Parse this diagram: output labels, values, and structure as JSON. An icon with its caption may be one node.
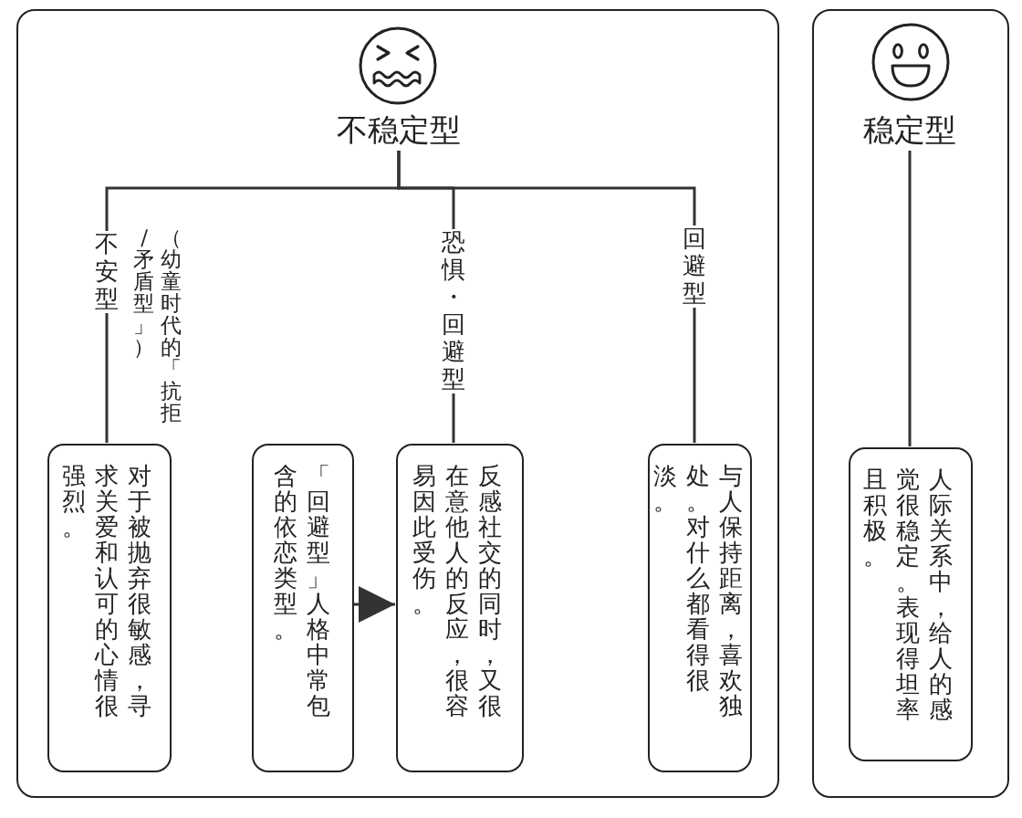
{
  "diagram": {
    "nodes": [
      {
        "text": [],
        "shape": "box"
      },
      {
        "text": [
          "不稳定型"
        ],
        "in": 0
      },
      {
        "text": [
          "不安型"
        ],
        "in": 0,
        "beside": [
          "（幼童时代的「抗拒/矛盾型」）"
        ]
      },
      {
        "text": [
          "恐惧・回避型"
        ],
        "in": 0
      },
      {
        "text": [
          "回避型"
        ],
        "in": 0
      },
      {
        "text": [
          "对于被抛弃很敏感，寻求关爱和认可的心情很强烈。"
        ],
        "in": 0
      },
      {
        "text": [
          "「回避型」人格中常包含的依恋类型。"
        ],
        "in": 0
      },
      {
        "text": [
          "反感社交的同时，又很在意他人的反应，很容易因此受伤。"
        ],
        "in": 0
      },
      {
        "text": [
          "与人保持距离，喜欢独处。对什么都看得很淡。"
        ],
        "in": 0
      },
      {
        "text": [],
        "shape": "box"
      },
      {
        "text": [
          "稳定型"
        ],
        "in": 9
      },
      {
        "text": [
          "人际关系中，给人的感觉很稳定。表现得坦率且积极。"
        ],
        "in": 9
      }
    ],
    "edges": [
      {
        "from": 1,
        "to": 2,
        "arrow": "none"
      },
      {
        "from": 1,
        "to": 3,
        "arrow": "none"
      },
      {
        "from": 1,
        "to": 4,
        "arrow": "none"
      },
      {
        "from": 2,
        "to": 5,
        "arrow": "none"
      },
      {
        "from": 3,
        "to": 7,
        "arrow": "none"
      },
      {
        "from": 4,
        "to": 8,
        "arrow": "none"
      },
      {
        "from": 6,
        "to": 7,
        "arrow": "to"
      },
      {
        "from": 10,
        "to": 11,
        "arrow": "none"
      }
    ]
  }
}
